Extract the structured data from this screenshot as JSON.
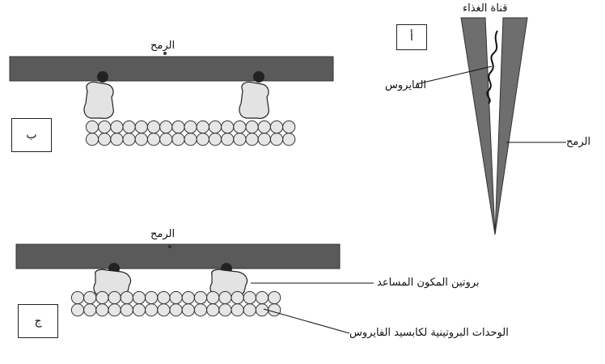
{
  "labels": {
    "food_canal": "قناة الغذاء",
    "stylet_a": "الرمح",
    "virus_a": "الفايروس",
    "stylet_b": "الرمح",
    "stylet_c": "الرمح",
    "helper_protein": "بروتين المكون المساعد",
    "capsid_units": "الوحدات البروتينية لكابسيد الفايروس"
  },
  "panels": {
    "a": "أ",
    "b": "ب",
    "c": "ج"
  },
  "colors": {
    "stylet_bar": "#5a5a5a",
    "protein_fill": "#d9d9d9",
    "line": "#111111"
  }
}
